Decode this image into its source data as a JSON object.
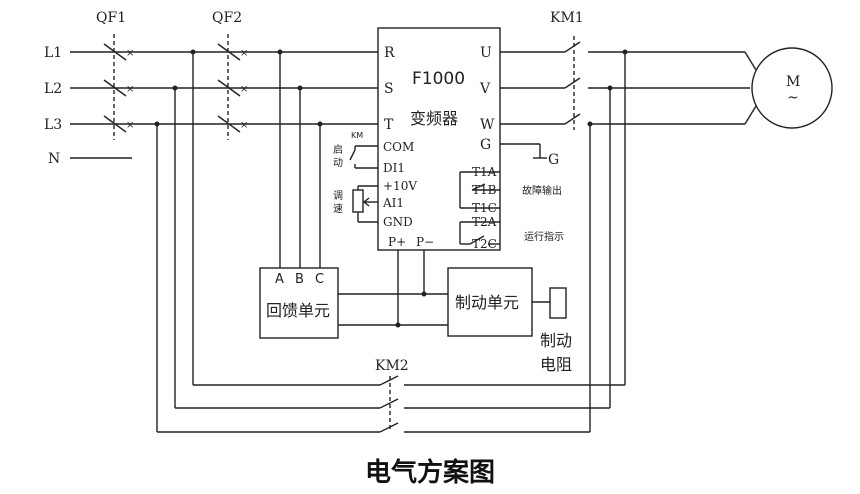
{
  "breakers": {
    "qf1": "QF1",
    "qf2": "QF2"
  },
  "contactors": {
    "km1": "KM1",
    "km2": "KM2"
  },
  "lines": {
    "l1": "L1",
    "l2": "L2",
    "l3": "L3",
    "n": "N"
  },
  "inverter": {
    "model": "F1000",
    "name": "变频器",
    "inputs": [
      "R",
      "S",
      "T"
    ],
    "outputs": [
      "U",
      "V",
      "W",
      "G"
    ],
    "control": [
      "COM",
      "DI1",
      "+10V",
      "AI1",
      "GND"
    ],
    "relays": [
      "T1A",
      "T1B",
      "T1C",
      "T2A",
      "T2C"
    ],
    "dc_bus": [
      "P+",
      "P−"
    ]
  },
  "labels": {
    "km0": "KM",
    "start": [
      "启",
      "动"
    ],
    "speed": [
      "调",
      "速"
    ],
    "fault_out": "故障输出",
    "run_ind": "运行指示",
    "ground": "G"
  },
  "motor": {
    "symbol": "M",
    "tilde": "~"
  },
  "feedback": {
    "title": "回馈单元",
    "terminals": [
      "A",
      "B",
      "C"
    ]
  },
  "brake_unit": {
    "title": "制动单元"
  },
  "brake_res": [
    "制动",
    "电阻"
  ],
  "caption": "电气方案图"
}
